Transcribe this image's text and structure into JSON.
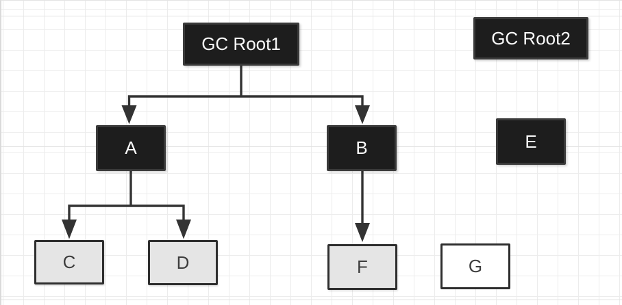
{
  "colors": {
    "canvas_bg": "#ffffff",
    "grid_line": "#ececec",
    "grid_line_major": "#e2e2e2",
    "edge_stroke": "#333333",
    "node_dark_fill": "#1d1d1d",
    "node_dark_border": "#3a3a3a",
    "node_dark_text": "#fafafa",
    "node_light_fill": "#e5e5e5",
    "node_light_border": "#2e2e2e",
    "node_light_text": "#3d3d3d",
    "node_white_fill": "#ffffff"
  },
  "diagram": {
    "nodes": [
      {
        "id": "gc-root1",
        "label": "GC Root1",
        "style": "dark"
      },
      {
        "id": "gc-root2",
        "label": "GC Root2",
        "style": "dark"
      },
      {
        "id": "a",
        "label": "A",
        "style": "dark"
      },
      {
        "id": "b",
        "label": "B",
        "style": "dark"
      },
      {
        "id": "e",
        "label": "E",
        "style": "dark"
      },
      {
        "id": "c",
        "label": "C",
        "style": "light"
      },
      {
        "id": "d",
        "label": "D",
        "style": "light"
      },
      {
        "id": "f",
        "label": "F",
        "style": "light"
      },
      {
        "id": "g",
        "label": "G",
        "style": "white"
      }
    ],
    "edges": [
      {
        "from": "GC Root1",
        "to": "A"
      },
      {
        "from": "GC Root1",
        "to": "B"
      },
      {
        "from": "A",
        "to": "C"
      },
      {
        "from": "A",
        "to": "D"
      },
      {
        "from": "B",
        "to": "F"
      }
    ]
  }
}
